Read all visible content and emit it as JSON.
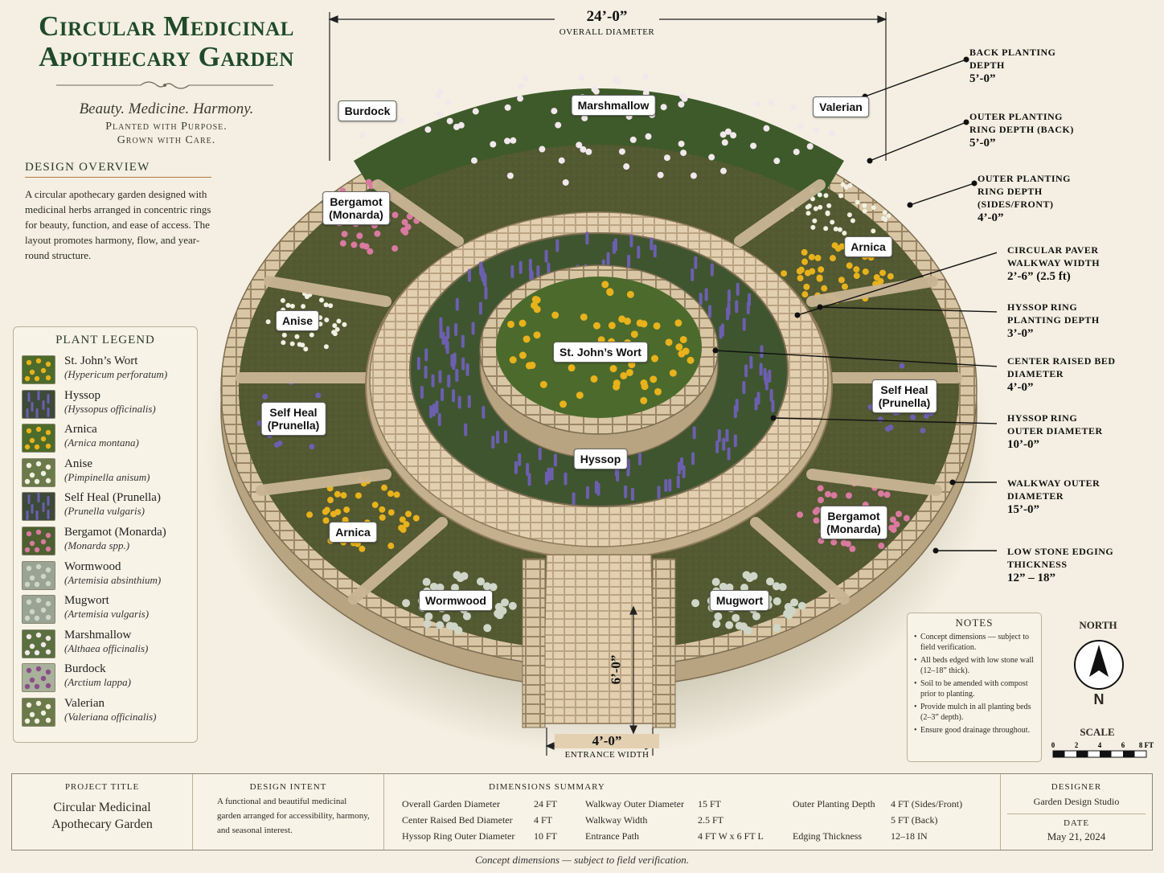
{
  "title": {
    "line1": "Circular Medicinal",
    "line2": "Apothecary Garden"
  },
  "tagline": "Beauty. Medicine. Harmony.",
  "subtag1": "Planted with Purpose.",
  "subtag2": "Grown with Care.",
  "overview": {
    "heading": "DESIGN OVERVIEW",
    "text": "A circular apothecary garden designed with medicinal herbs arranged in concentric rings for beauty, function, and ease of access. The layout promotes harmony, flow, and year-round structure."
  },
  "legend": {
    "title": "PLANT LEGEND",
    "items": [
      {
        "common": "St. John’s Wort",
        "latin": "(Hypericum perforatum)",
        "icon": "yellow-flower-icon"
      },
      {
        "common": "Hyssop",
        "latin": "(Hyssopus officinalis)",
        "icon": "purple-spike-icon"
      },
      {
        "common": "Arnica",
        "latin": "(Arnica montana)",
        "icon": "yellow-flower-icon"
      },
      {
        "common": "Anise",
        "latin": "(Pimpinella anisum)",
        "icon": "white-umbel-icon"
      },
      {
        "common": "Self Heal (Prunella)",
        "latin": "(Prunella vulgaris)",
        "icon": "purple-spike-icon"
      },
      {
        "common": "Bergamot (Monarda)",
        "latin": "(Monarda spp.)",
        "icon": "pink-flower-icon"
      },
      {
        "common": "Wormwood",
        "latin": "(Artemisia absinthium)",
        "icon": "silver-foliage-icon"
      },
      {
        "common": "Mugwort",
        "latin": "(Artemisia vulgaris)",
        "icon": "silver-foliage-icon"
      },
      {
        "common": "Marshmallow",
        "latin": "(Althaea officinalis)",
        "icon": "pale-flower-icon"
      },
      {
        "common": "Burdock",
        "latin": "(Arctium lappa)",
        "icon": "thistle-icon"
      },
      {
        "common": "Valerian",
        "latin": "(Valeriana officinalis)",
        "icon": "white-umbel-icon"
      }
    ]
  },
  "diagram": {
    "overall_diameter": {
      "value": "24’-0”",
      "label": "OVERALL DIAMETER"
    },
    "entrance_width": {
      "value": "4’-0”",
      "label": "ENTRANCE WIDTH"
    },
    "entrance_length": "6’-0”",
    "plant_labels": {
      "burdock": "Burdock",
      "marshmallow": "Marshmallow",
      "valerian": "Valerian",
      "bergamot_nw_1": "Bergamot",
      "bergamot_nw_2": "(Monarda)",
      "arnica_ne": "Arnica",
      "anise": "Anise",
      "st_johns": "St. John’s Wort",
      "self_heal_w_1": "Self Heal",
      "self_heal_w_2": "(Prunella)",
      "self_heal_e_1": "Self Heal",
      "self_heal_e_2": "(Prunella)",
      "hyssop": "Hyssop",
      "arnica_sw": "Arnica",
      "bergamot_se_1": "Bergamot",
      "bergamot_se_2": "(Monarda)",
      "wormwood": "Wormwood",
      "mugwort": "Mugwort"
    },
    "callouts": [
      {
        "l1": "BACK PLANTING",
        "l2": "DEPTH",
        "l3": "",
        "v": "5’-0”"
      },
      {
        "l1": "OUTER PLANTING",
        "l2": "RING DEPTH (BACK)",
        "l3": "",
        "v": "5’-0”"
      },
      {
        "l1": "OUTER PLANTING",
        "l2": "RING DEPTH",
        "l3": "(SIDES/FRONT)",
        "v": "4’-0”"
      },
      {
        "l1": "CIRCULAR PAVER",
        "l2": "WALKWAY WIDTH",
        "l3": "",
        "v": "2’-6” (2.5 ft)"
      },
      {
        "l1": "HYSSOP RING",
        "l2": "PLANTING DEPTH",
        "l3": "",
        "v": "3’-0”"
      },
      {
        "l1": "CENTER RAISED BED",
        "l2": "DIAMETER",
        "l3": "",
        "v": "4’-0”"
      },
      {
        "l1": "HYSSOP RING",
        "l2": "OUTER DIAMETER",
        "l3": "",
        "v": "10’-0”"
      },
      {
        "l1": "WALKWAY OUTER",
        "l2": "DIAMETER",
        "l3": "",
        "v": "15’-0”"
      },
      {
        "l1": "LOW STONE EDGING",
        "l2": "THICKNESS",
        "l3": "",
        "v": "12” – 18”"
      }
    ]
  },
  "notes": {
    "title": "NOTES",
    "items": [
      "Concept dimensions — subject to field verification.",
      "All beds edged with low stone wall (12–18” thick).",
      "Soil to be amended with compost prior to planting.",
      "Provide mulch in all planting beds (2–3” depth).",
      "Ensure good drainage throughout."
    ]
  },
  "north": {
    "label": "NORTH",
    "letter": "N"
  },
  "scale": {
    "label": "SCALE",
    "ticks": [
      "0",
      "2",
      "4",
      "6",
      "8 FT"
    ]
  },
  "footer": {
    "project": {
      "head": "PROJECT TITLE",
      "line1": "Circular Medicinal",
      "line2": "Apothecary Garden"
    },
    "intent": {
      "head": "DESIGN INTENT",
      "text": "A functional and beautiful medicinal garden arranged for accessibility, harmony, and seasonal interest."
    },
    "summary": {
      "head": "DIMENSIONS SUMMARY",
      "rows": [
        [
          "Overall Garden Diameter",
          "24 FT",
          "Walkway Outer Diameter",
          "15 FT",
          "Outer Planting Depth",
          "4 FT (Sides/Front)"
        ],
        [
          "Center Raised Bed Diameter",
          "4 FT",
          "Walkway Width",
          "2.5 FT",
          "",
          "5 FT (Back)"
        ],
        [
          "Hyssop Ring Outer Diameter",
          "10 FT",
          "Entrance Path",
          "4 FT W x 6 FT L",
          "Edging Thickness",
          "12–18 IN"
        ]
      ]
    },
    "designer": {
      "head": "DESIGNER",
      "name": "Garden Design Studio",
      "date_head": "DATE",
      "date": "May 21, 2024"
    }
  },
  "footnote": "Concept dimensions — subject to field verification."
}
